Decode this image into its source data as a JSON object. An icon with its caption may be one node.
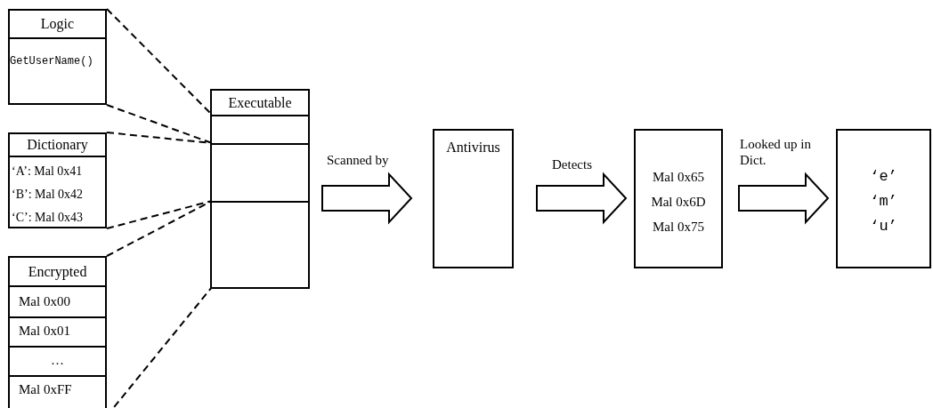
{
  "diagram": {
    "nodes": [
      {
        "text": [
          "Logic",
          "GetUserName()"
        ]
      },
      {
        "text": [
          "Dictionary",
          "‘A’: Mal 0x41",
          "‘B’: Mal 0x42",
          "‘C’: Mal 0x43"
        ]
      },
      {
        "text": [
          "Encrypted",
          "Mal 0x00",
          "Mal 0x01",
          "…",
          "Mal 0xFF"
        ]
      },
      {
        "text": [
          "Executable"
        ]
      },
      {
        "text": [],
        "shape": "box",
        "in": 3
      },
      {
        "text": [],
        "shape": "box",
        "in": 3
      },
      {
        "text": [],
        "shape": "box",
        "in": 3
      },
      {
        "text": [
          "Antivirus"
        ]
      },
      {
        "text": [
          "Mal 0x65",
          "Mal 0x6D",
          "Mal 0x75"
        ]
      },
      {
        "text": [
          "‘e’",
          "‘m’",
          "‘u’"
        ]
      }
    ],
    "edges": [
      {
        "from": 0,
        "to": 4,
        "arrow": "none",
        "style": "dashed"
      },
      {
        "from": 0,
        "to": 4,
        "arrow": "none",
        "style": "dashed"
      },
      {
        "from": 1,
        "to": 5,
        "arrow": "none",
        "style": "dashed"
      },
      {
        "from": 1,
        "to": 5,
        "arrow": "none",
        "style": "dashed"
      },
      {
        "from": 2,
        "to": 6,
        "arrow": "none",
        "style": "dashed"
      },
      {
        "from": 2,
        "to": 6,
        "arrow": "none",
        "style": "dashed"
      },
      {
        "from": 3,
        "to": 7,
        "arrow": "to",
        "style": "thick",
        "label": "Scanned by"
      },
      {
        "from": 7,
        "to": 8,
        "arrow": "to",
        "style": "thick",
        "label": "Detects"
      },
      {
        "from": 8,
        "to": 9,
        "arrow": "to",
        "style": "thick",
        "label": "Looked up in Dict."
      }
    ]
  }
}
